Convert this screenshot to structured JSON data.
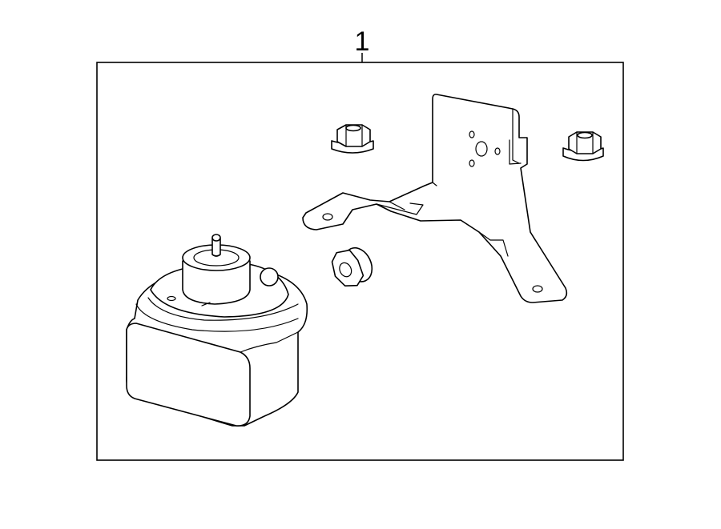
{
  "diagram": {
    "callout_number": "1",
    "parts": [
      "horn-assembly",
      "mounting-bracket",
      "flange-nut",
      "flange-nut",
      "flange-nut"
    ],
    "colors": {
      "line": "#000000",
      "background": "#ffffff"
    }
  }
}
